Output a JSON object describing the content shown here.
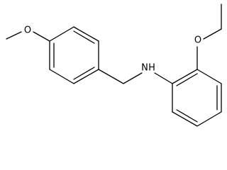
{
  "molecule": {
    "atoms": {
      "o_methoxy": "O",
      "nh": "N",
      "nh_h": "H",
      "o_ethoxy": "O"
    },
    "colors": {
      "bond": "#000000",
      "label": "#000000",
      "background": "#ffffff"
    }
  }
}
